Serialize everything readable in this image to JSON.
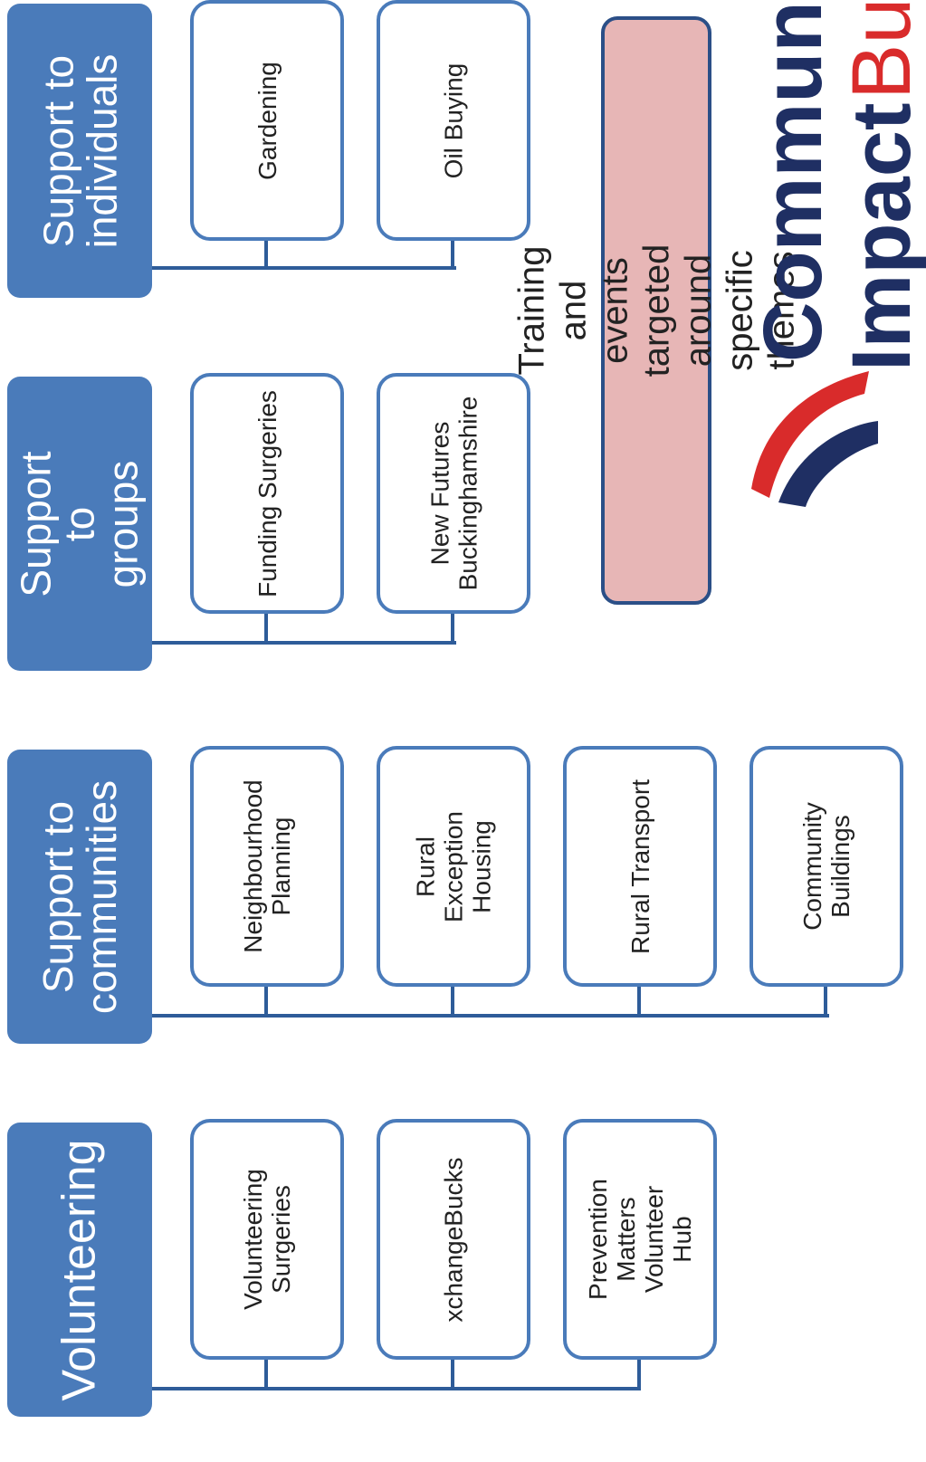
{
  "headers": {
    "volunteering": "Volunteering",
    "communities": "Support to communities",
    "groups": "Support to groups",
    "individuals": "Support to individuals"
  },
  "volunteering_items": [
    "Volunteering Surgeries",
    "xchangeBucks",
    "Prevention Matters Volunteer Hub"
  ],
  "communities_items": [
    "Neighbourhood Planning",
    "Rural  Exception Housing",
    "Rural Transport",
    "Community Buildings"
  ],
  "groups_items": [
    "Funding Surgeries",
    "New Futures Buckinghamshire"
  ],
  "individuals_items": [
    "Gardening",
    "Oil Buying"
  ],
  "note": "Training and events targeted around specific themes",
  "logo": {
    "line1": "Commun",
    "line2": "Impact",
    "line3": "Buc"
  },
  "colors": {
    "header_fill": "#4a7bba",
    "box_border": "#4a7bba",
    "connector": "#2e5c99",
    "note_fill": "#e7b6b6",
    "logo_navy": "#1f2f63",
    "logo_red": "#d92b2b"
  }
}
